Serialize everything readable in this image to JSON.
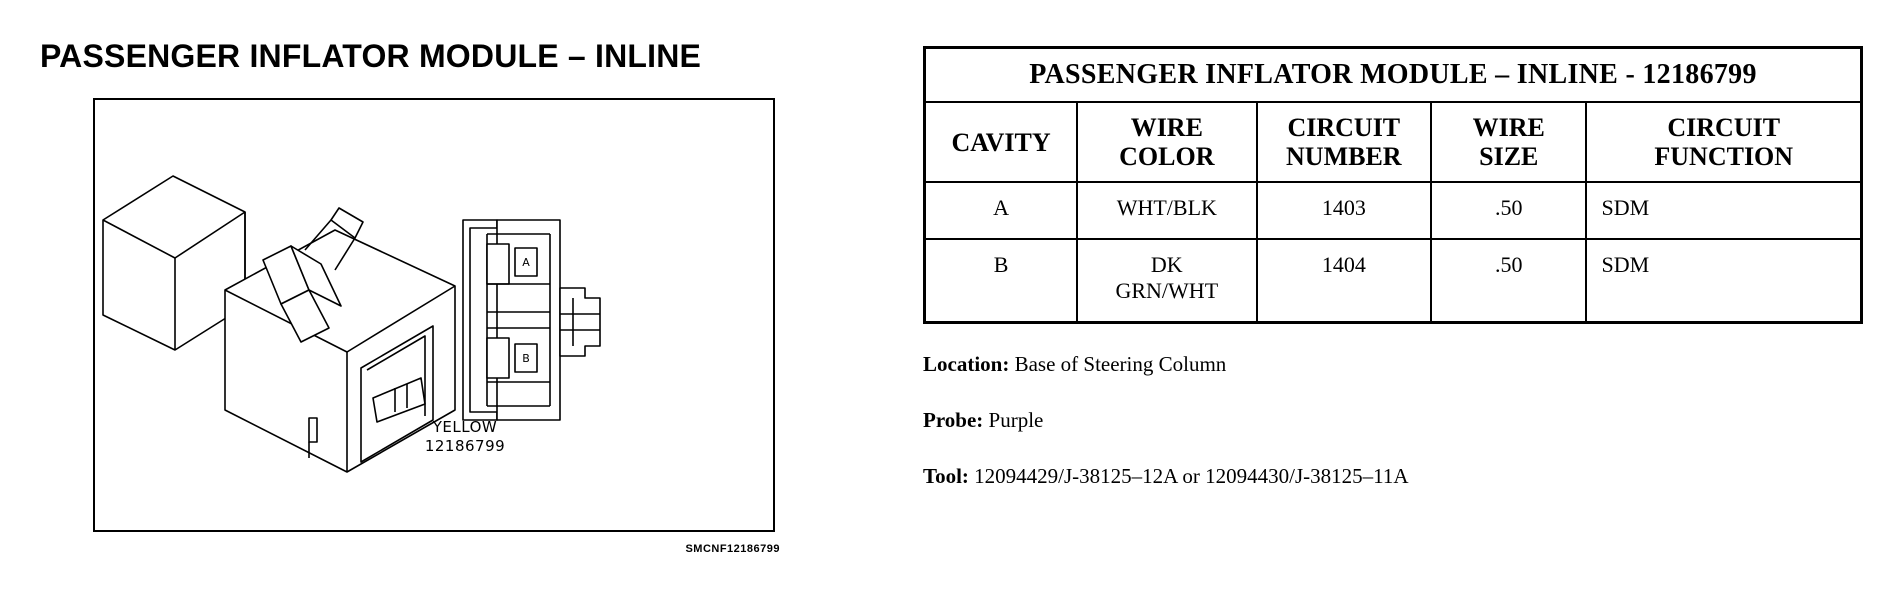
{
  "left_title": "PASSENGER INFLATOR MODULE – INLINE",
  "connector": {
    "pin_a": "A",
    "pin_b": "B",
    "color_label": "YELLOW",
    "part_number": "12186799"
  },
  "figure_code": "SMCNF12186799",
  "table": {
    "title": "PASSENGER INFLATOR MODULE – INLINE - 12186799",
    "headers": {
      "cavity": "CAVITY",
      "wire_color_1": "WIRE",
      "wire_color_2": "COLOR",
      "circuit_number_1": "CIRCUIT",
      "circuit_number_2": "NUMBER",
      "wire_size_1": "WIRE",
      "wire_size_2": "SIZE",
      "circuit_function_1": "CIRCUIT",
      "circuit_function_2": "FUNCTION"
    },
    "rows": [
      {
        "cavity": "A",
        "wire_color_1": "WHT/BLK",
        "wire_color_2": "",
        "circuit_number": "1403",
        "wire_size": ".50",
        "circuit_function": "SDM"
      },
      {
        "cavity": "B",
        "wire_color_1": "DK",
        "wire_color_2": "GRN/WHT",
        "circuit_number": "1404",
        "wire_size": ".50",
        "circuit_function": "SDM"
      }
    ]
  },
  "info": {
    "location_label": "Location:",
    "location_value": "Base of Steering Column",
    "probe_label": "Probe:",
    "probe_value": "Purple",
    "tool_label": "Tool:",
    "tool_value": "12094429/J-38125–12A or 12094430/J-38125–11A"
  }
}
